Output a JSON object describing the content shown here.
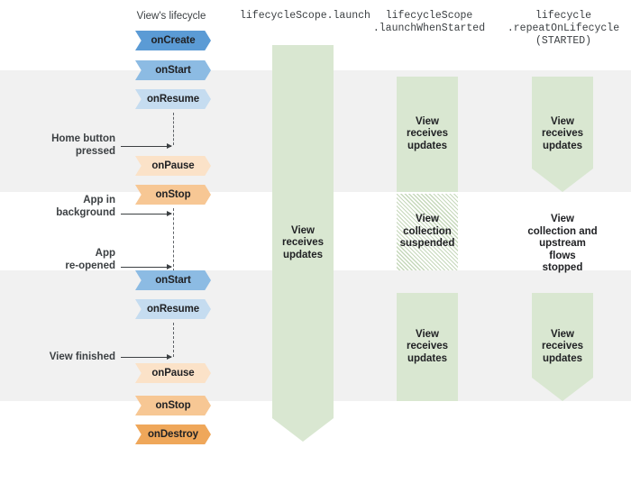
{
  "figure": {
    "title": "Android View lifecycle vs coroutine collection scopes"
  },
  "columns": [
    {
      "id": "lifecycle",
      "label": "View's lifecycle",
      "style": "sans"
    },
    {
      "id": "launch",
      "label": "lifecycleScope.launch",
      "style": "mono"
    },
    {
      "id": "launchWhenStarted",
      "label": "lifecycleScope\n.launchWhenStarted",
      "style": "mono"
    },
    {
      "id": "repeatOnLifecycle",
      "label": "lifecycle\n.repeatOnLifecycle\n(STARTED)",
      "style": "mono"
    }
  ],
  "lifecycle_events": [
    {
      "label": "onCreate",
      "color": "#5b9bd5"
    },
    {
      "label": "onStart",
      "color": "#8cbbe3"
    },
    {
      "label": "onResume",
      "color": "#c5dcf0"
    },
    {
      "label": "onPause",
      "color": "#fbe2c8"
    },
    {
      "label": "onStop",
      "color": "#f7c794"
    },
    {
      "label": "onStart",
      "color": "#8cbbe3"
    },
    {
      "label": "onResume",
      "color": "#c5dcf0"
    },
    {
      "label": "onPause",
      "color": "#fbe2c8"
    },
    {
      "label": "onStop",
      "color": "#f7c794"
    },
    {
      "label": "onDestroy",
      "color": "#efa košice"
    }
  ],
  "annotations": [
    {
      "label": "Home button\npressed"
    },
    {
      "label": "App in\nbackground"
    },
    {
      "label": "App\nre-opened"
    },
    {
      "label": "View finished"
    }
  ],
  "flow_states": {
    "launch": [
      {
        "label": "View\nreceives\nupdates",
        "state": "active"
      }
    ],
    "launchWhenStarted": [
      {
        "label": "View\nreceives\nupdates",
        "state": "active"
      },
      {
        "label": "View\ncollection\nsuspended",
        "state": "suspended"
      },
      {
        "label": "View\nreceives\nupdates",
        "state": "active"
      }
    ],
    "repeatOnLifecycle": [
      {
        "label": "View\nreceives\nupdates",
        "state": "active"
      },
      {
        "label": "View\ncollection and\nupstream\nflows\nstopped",
        "state": "stopped"
      },
      {
        "label": "View\nreceives\nupdates",
        "state": "active"
      }
    ]
  },
  "colors": {
    "band": "#f1f1f1",
    "green": "#d9e7d1",
    "text": "#202124",
    "muted": "#3c4043"
  }
}
